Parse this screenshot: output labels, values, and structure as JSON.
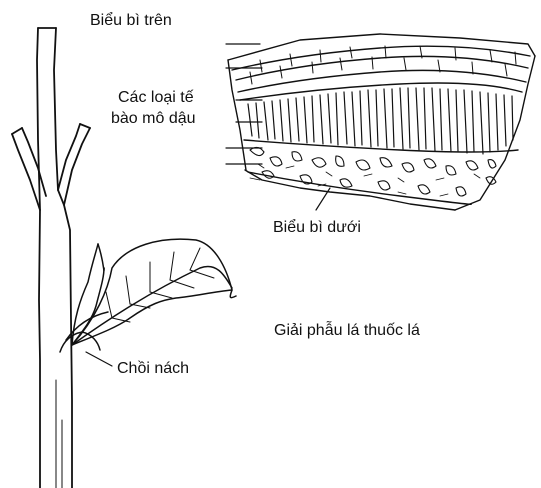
{
  "labels": {
    "upper_epidermis": "Biểu bì trên",
    "palisade_line1": "Các loại tế",
    "palisade_line2": "bào mô dậu",
    "lower_epidermis": "Biểu bì dưới",
    "axillary_bud": "Chồi nách",
    "caption": "Giải phẫu lá thuốc lá"
  },
  "colors": {
    "ink": "#111111",
    "background": "#ffffff"
  }
}
